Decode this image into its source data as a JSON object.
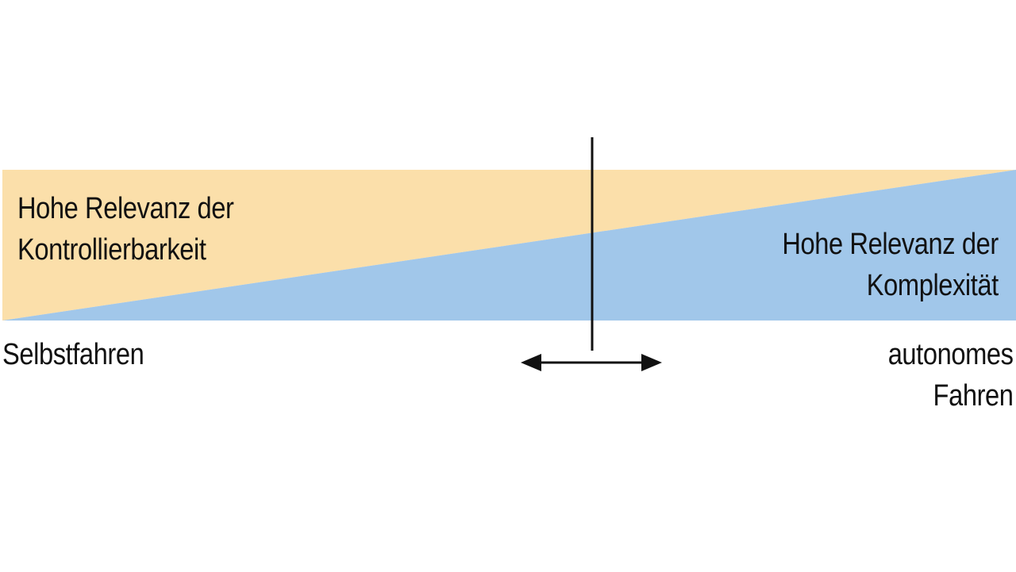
{
  "colors": {
    "background": "#ffffff",
    "kontrolle_fill": "#fbdfaa",
    "komplexitaet_fill": "#a1c7ea",
    "marker": "#111111",
    "text": "#111111"
  },
  "regions": {
    "left": {
      "line1": "Hohe Relevanz der",
      "line2": "Kontrollierbarkeit"
    },
    "right": {
      "line1": "Hohe Relevanz der",
      "line2": "Komplexität"
    }
  },
  "axis": {
    "left_end": "Selbstfahren",
    "right_end_line1": "autonomes",
    "right_end_line2": "Fahren"
  },
  "icons": {
    "divider": "vertical-divider-line",
    "shift": "double-headed-arrow-icon"
  }
}
